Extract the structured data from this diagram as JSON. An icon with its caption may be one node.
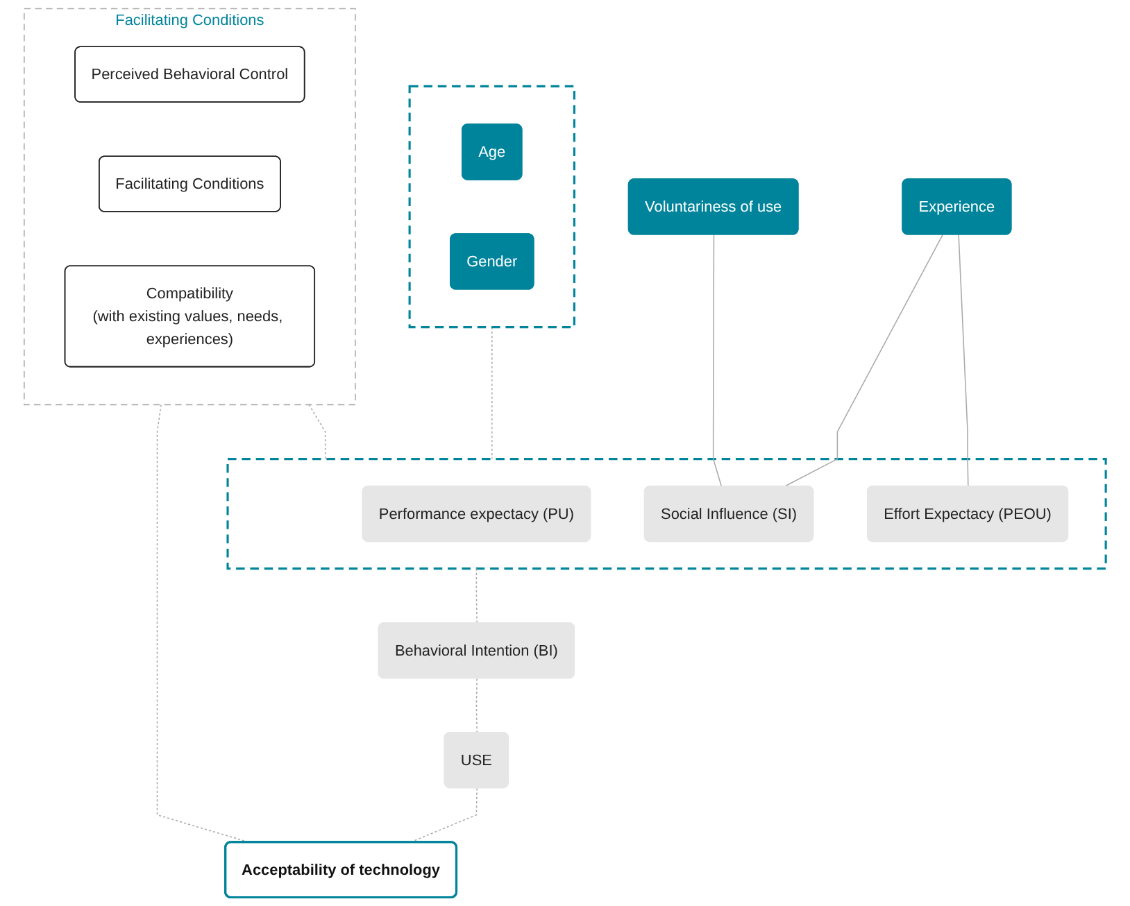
{
  "diagram": {
    "nodes": [
      {
        "text": [
          "Facilitating Conditions"
        ]
      },
      {
        "text": [
          "Perceived Behavioral Control"
        ],
        "in": 0
      },
      {
        "text": [
          "Facilitating Conditions"
        ],
        "in": 0
      },
      {
        "text": [
          "Compatibility",
          "(with existing values, needs, experiences)"
        ],
        "in": 0
      },
      {
        "text": [],
        "shape": "box"
      },
      {
        "text": [
          "Age"
        ],
        "in": 4
      },
      {
        "text": [
          "Gender"
        ],
        "in": 4
      },
      {
        "text": [
          "Experience"
        ]
      },
      {
        "text": [
          "Voluntariness of use"
        ]
      },
      {
        "text": [],
        "shape": "box"
      },
      {
        "text": [
          "Performance expectacy (PU)"
        ],
        "in": 9
      },
      {
        "text": [
          "Effort Expectacy (PEOU)"
        ],
        "in": 9
      },
      {
        "text": [
          "Social Influence (SI)"
        ],
        "in": 9
      },
      {
        "text": [
          "Behavioral Intention (BI)"
        ]
      },
      {
        "text": [
          "USE"
        ]
      },
      {
        "text": [
          "Acceptability of technology"
        ]
      }
    ],
    "edges": [
      {
        "from": 0,
        "to": 9,
        "arrow": "none",
        "style": "dashed"
      },
      {
        "from": 4,
        "to": 9,
        "arrow": "none",
        "style": "dashed"
      },
      {
        "from": 7,
        "to": 11,
        "arrow": "none"
      },
      {
        "from": 7,
        "to": 12,
        "arrow": "none"
      },
      {
        "from": 8,
        "to": 12,
        "arrow": "none"
      },
      {
        "from": 9,
        "to": 13,
        "arrow": "none",
        "style": "dashed"
      },
      {
        "from": 13,
        "to": 14,
        "arrow": "none",
        "style": "dashed"
      },
      {
        "from": 14,
        "to": 15,
        "arrow": "none",
        "style": "dashed"
      },
      {
        "from": 0,
        "to": 15,
        "arrow": "none",
        "style": "dashed"
      }
    ]
  }
}
